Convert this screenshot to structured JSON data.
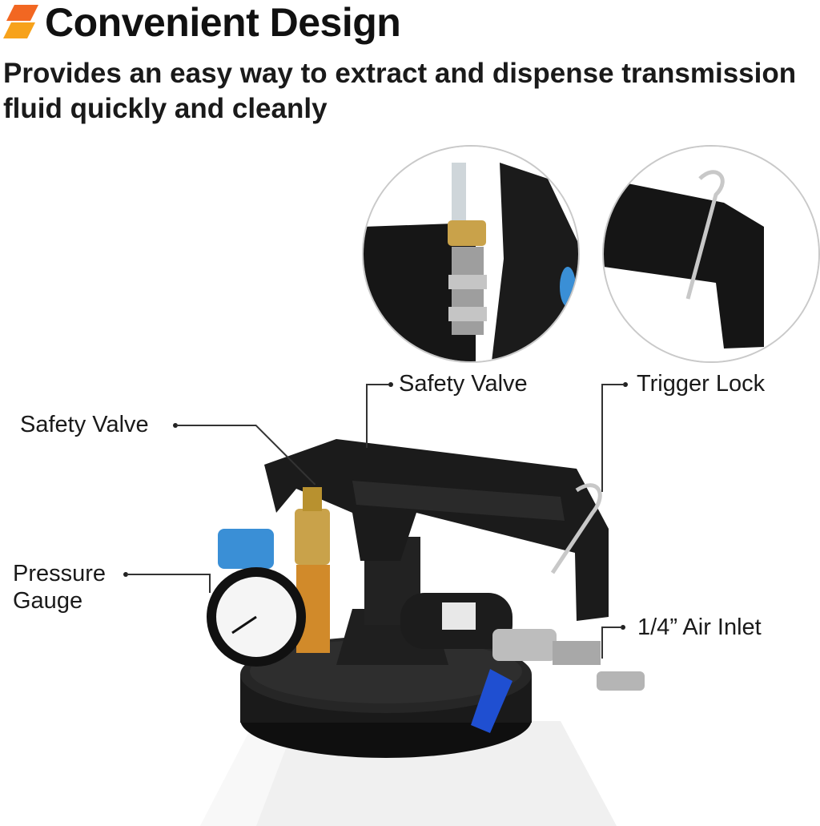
{
  "header": {
    "title": "Convenient Design",
    "subtitle": "Provides an easy way to extract and dispense transmission fluid quickly and cleanly",
    "accent_colors": [
      "#f26722",
      "#f7a21b"
    ]
  },
  "callouts": {
    "safety_valve_top": "Safety Valve",
    "trigger_lock": "Trigger Lock",
    "safety_valve_left": "Safety Valve",
    "pressure_gauge": "Pressure\nGauge",
    "air_inlet": "1/4” Air Inlet"
  },
  "colors": {
    "body_black": "#1b1b1b",
    "brass": "#c9a24a",
    "blue_handle": "#1f4fd1",
    "gauge_blue": "#3a8fd6",
    "bottle_white": "#f1f1f1"
  }
}
